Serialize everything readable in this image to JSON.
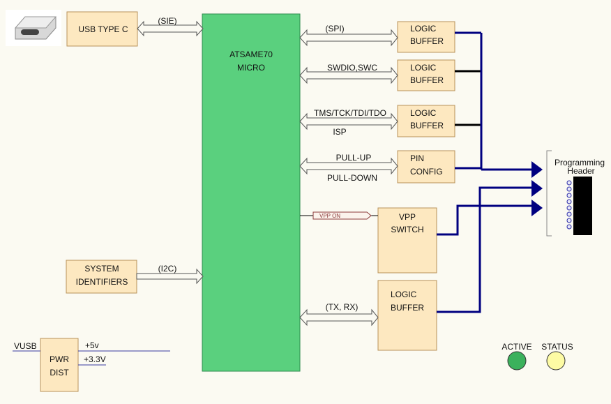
{
  "blocks": {
    "usb": "USB TYPE C",
    "micro_line1": "ATSAME70",
    "micro_line2": "MICRO",
    "sysid_line1": "SYSTEM",
    "sysid_line2": "IDENTIFIERS",
    "buffer_line1": "LOGIC",
    "buffer_line2": "BUFFER",
    "pin_line1": "PIN",
    "pin_line2": "CONFIG",
    "vpp_line1": "VPP",
    "vpp_line2": "SWITCH",
    "pwr_line1": "PWR",
    "pwr_line2": "DIST",
    "header_line1": "Programming",
    "header_line2": "Header"
  },
  "buses": {
    "sie": "(SIE)",
    "spi": "(SPI)",
    "swd": "SWDIO,SWC",
    "jtag": "TMS/TCK/TDI/TDO",
    "isp": "ISP",
    "pullup": "PULL-UP",
    "pulldown": "PULL-DOWN",
    "vppon": "VPP ON",
    "i2c": "(I2C)",
    "txrx": "(TX, RX)"
  },
  "power": {
    "vusb": "VUSB",
    "v5": "+5v",
    "v33": "+3.3V"
  },
  "leds": {
    "active": "ACTIVE",
    "status": "STATUS",
    "active_color": "#3bb15c",
    "status_color": "#fdfba4"
  }
}
